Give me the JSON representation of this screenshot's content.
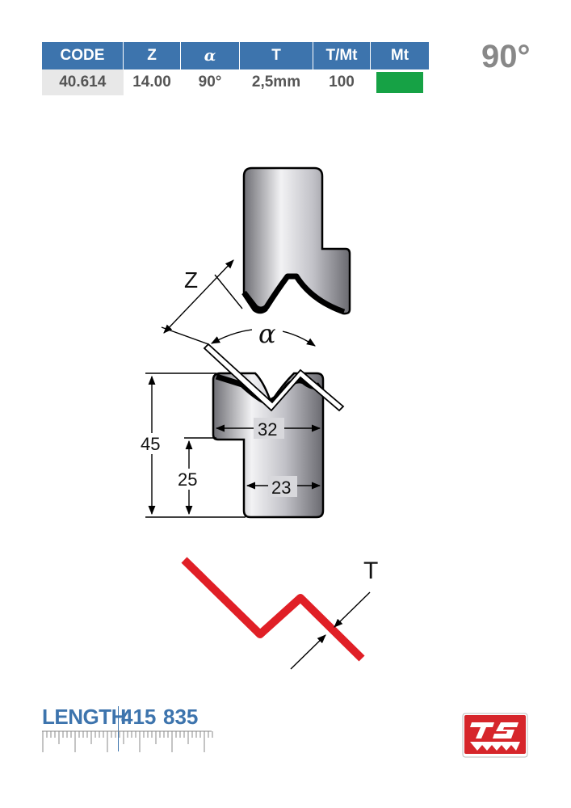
{
  "spec_table": {
    "headers": {
      "code": "CODE",
      "z": "Z",
      "alpha": "α",
      "t": "T",
      "t_per_mt": "T/Mt",
      "mt": "Mt"
    },
    "values": {
      "code": "40.614",
      "z": "14.00",
      "alpha": "90°",
      "t": "2,5mm",
      "t_per_mt": "100"
    },
    "mt_color": "#16a245"
  },
  "angle_badge": "90°",
  "diagram": {
    "label_z": "Z",
    "label_alpha": "α",
    "dim_45": "45",
    "dim_25": "25",
    "dim_32": "32",
    "dim_23": "23",
    "label_t": "T"
  },
  "length": {
    "label": "LENGTH",
    "values": [
      "415",
      "835"
    ]
  },
  "colors": {
    "header_blue": "#3d74ad",
    "sheet_red": "#e01f26",
    "logo_red": "#d6262b"
  }
}
